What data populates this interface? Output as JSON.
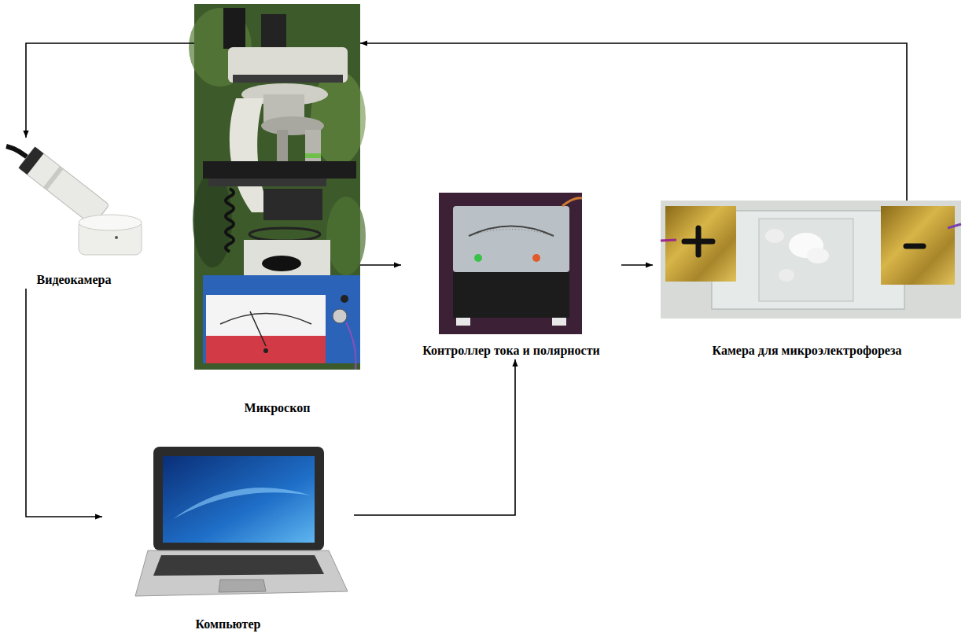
{
  "diagram": {
    "nodes": [
      {
        "text": [
          "Микроскоп"
        ]
      },
      {
        "text": [
          "Видеокамера"
        ]
      },
      {
        "text": [
          "Компьютер"
        ]
      },
      {
        "text": [
          "Контроллер тока и полярности"
        ]
      },
      {
        "text": [
          "Камера для микроэлектрофореза"
        ]
      }
    ],
    "edges": [
      {
        "from": 0,
        "to": 1,
        "arrow": "to"
      },
      {
        "from": 1,
        "to": 2,
        "arrow": "to"
      },
      {
        "from": 0,
        "to": 3,
        "arrow": "to"
      },
      {
        "from": 3,
        "to": 4,
        "arrow": "to"
      },
      {
        "from": 2,
        "to": 3,
        "arrow": "to"
      },
      {
        "from": 4,
        "to": 0,
        "arrow": "to"
      }
    ]
  }
}
